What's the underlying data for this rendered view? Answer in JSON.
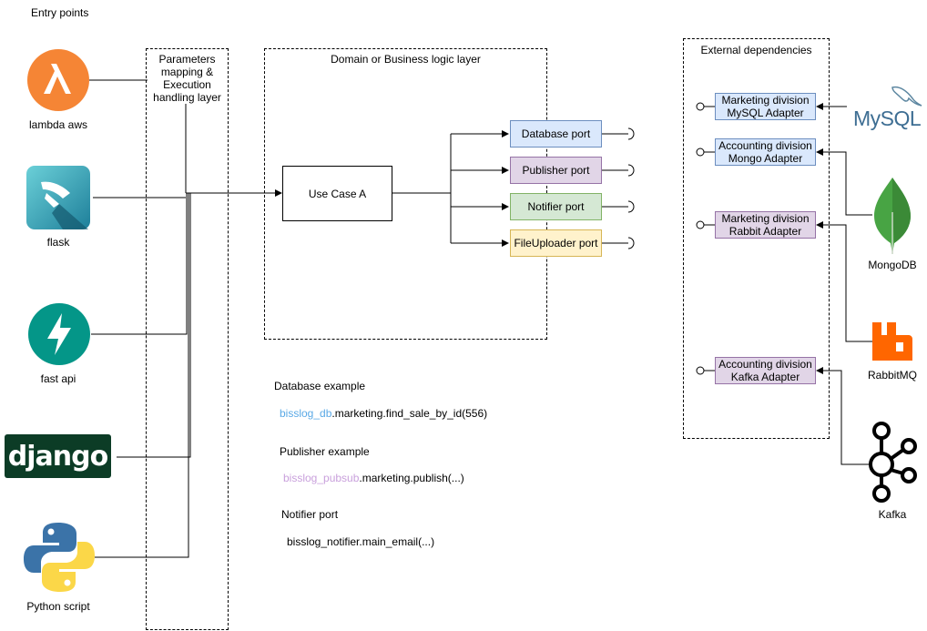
{
  "entry_points": {
    "title": "Entry points",
    "items": [
      {
        "label": "lambda aws"
      },
      {
        "label": "flask"
      },
      {
        "label": "fast api"
      },
      {
        "label": "django",
        "logo_text": "django"
      },
      {
        "label": "Python script"
      }
    ]
  },
  "mapping_layer": {
    "title": "Parameters mapping & Execution handling layer"
  },
  "domain_layer": {
    "title": "Domain or Business logic layer",
    "use_case": "Use Case A",
    "ports": [
      {
        "label": "Database port",
        "fill": "#dae8fc",
        "stroke": "#6c8ebf"
      },
      {
        "label": "Publisher port",
        "fill": "#e1d5e7",
        "stroke": "#9673a6"
      },
      {
        "label": "Notifier port",
        "fill": "#d5e8d4",
        "stroke": "#82b366"
      },
      {
        "label": "FileUploader port",
        "fill": "#fff2cc",
        "stroke": "#d6b656"
      }
    ]
  },
  "examples": {
    "database": {
      "title": "Database example",
      "prefix": "bisslog_db",
      "rest": ".marketing.find_sale_by_id(556)",
      "prefix_color": "#5aa9e6"
    },
    "publisher": {
      "title": "Publisher example",
      "prefix": "bisslog_pubsub",
      "rest": ".marketing.publish(...)",
      "prefix_color": "#c9a0dc"
    },
    "notifier": {
      "title": "Notifier port",
      "code": "bisslog_notifier.main_email(...)"
    }
  },
  "external": {
    "title": "External dependencies",
    "adapters": [
      {
        "label": "Marketing division MySQL Adapter",
        "fill": "#dae8fc",
        "stroke": "#6c8ebf"
      },
      {
        "label": "Accounting division Mongo Adapter",
        "fill": "#dae8fc",
        "stroke": "#6c8ebf"
      },
      {
        "label": "Marketing division Rabbit Adapter",
        "fill": "#e1d5e7",
        "stroke": "#9673a6"
      },
      {
        "label": "Accounting division Kafka Adapter",
        "fill": "#e1d5e7",
        "stroke": "#9673a6"
      }
    ],
    "services": [
      {
        "label": "",
        "logo_text": "MySQL"
      },
      {
        "label": "MongoDB"
      },
      {
        "label": "RabbitMQ"
      },
      {
        "label": "Kafka"
      }
    ]
  }
}
